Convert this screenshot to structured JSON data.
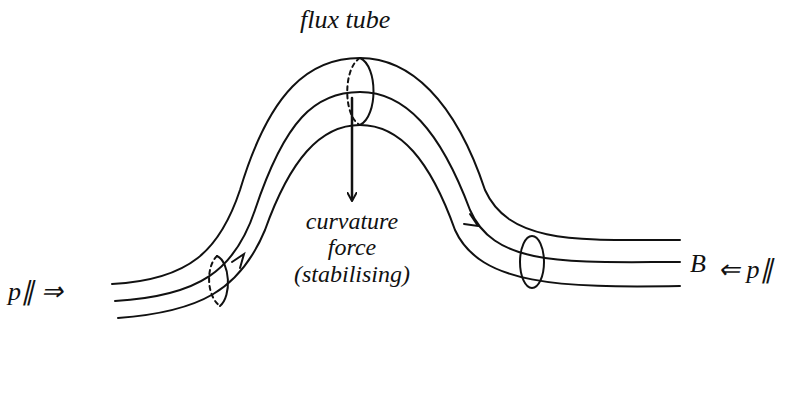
{
  "diagram": {
    "labels": [
      "flux tube",
      "curvature force (stabilising)",
      "p∥ ⇒",
      "B⃗",
      "⇐ p∥"
    ]
  }
}
